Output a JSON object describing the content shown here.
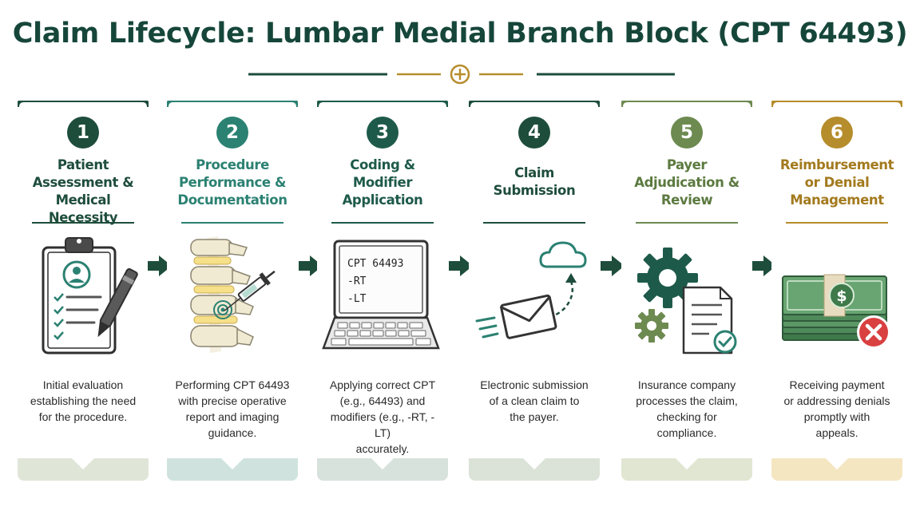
{
  "title": "Claim Lifecycle: Lumbar Medial Branch Block (CPT 64493)",
  "colors": {
    "title": "#16463a",
    "steps": [
      "#1e4d3c",
      "#2b8172",
      "#1e5a4a",
      "#1e4d3c",
      "#6d8a50",
      "#b68d2c"
    ],
    "card_bottom": [
      "#dfe6d8",
      "#cfe2de",
      "#d7e2dc",
      "#dbe3d8",
      "#e0e6d2",
      "#f5e6c2"
    ],
    "money": "#4f8a5a",
    "alert": "#d94040"
  },
  "steps": [
    {
      "number": "1",
      "title_lines": [
        "Patient",
        "Assessment &",
        "Medical Necessity"
      ],
      "description_lines": [
        "Initial evaluation",
        "establishing the need",
        "for the procedure."
      ],
      "icon": "clipboard-pen-icon"
    },
    {
      "number": "2",
      "title_lines": [
        "Procedure",
        "Performance &",
        "Documentation"
      ],
      "description_lines": [
        "Performing CPT 64493",
        "with precise operative",
        "report and imaging",
        "guidance."
      ],
      "icon": "spine-injection-icon"
    },
    {
      "number": "3",
      "title_lines": [
        "Coding &",
        "Modifier",
        "Application"
      ],
      "description_lines": [
        "Applying correct CPT",
        "(e.g., 64493) and",
        "modifiers (e.g., -RT, -LT)",
        "accurately."
      ],
      "icon": "computer-code-icon",
      "screen_lines": [
        "CPT 64493",
        "-RT",
        "-LT"
      ]
    },
    {
      "number": "4",
      "title_lines": [
        "Claim",
        "Submission"
      ],
      "description_lines": [
        "Electronic submission",
        "of a clean claim to",
        "the payer."
      ],
      "icon": "email-cloud-icon"
    },
    {
      "number": "5",
      "title_lines": [
        "Payer",
        "Adjudication &",
        "Review"
      ],
      "description_lines": [
        "Insurance company",
        "processes the claim,",
        "checking for",
        "compliance."
      ],
      "icon": "gears-document-icon"
    },
    {
      "number": "6",
      "title_lines": [
        "Reimbursement",
        "or Denial",
        "Management"
      ],
      "description_lines": [
        "Receiving payment",
        "or addressing denials",
        "promptly with",
        "appeals."
      ],
      "icon": "money-denial-icon",
      "money_symbol": "$"
    }
  ]
}
